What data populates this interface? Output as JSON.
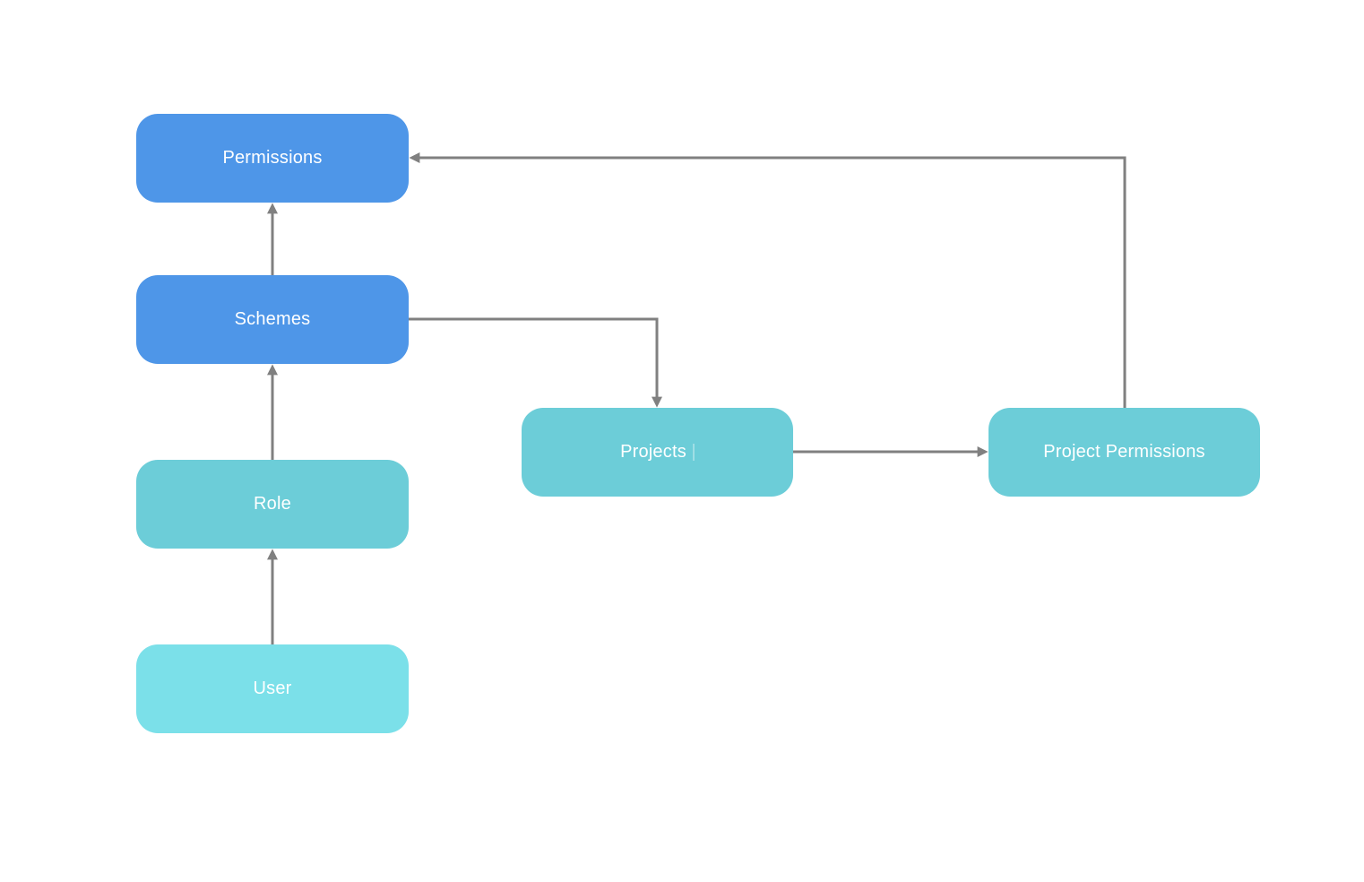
{
  "diagram": {
    "background_color": "#ffffff",
    "text_color": "#ffffff",
    "connector_color": "#808080",
    "nodes": [
      {
        "id": "permissions",
        "label": "Permissions",
        "color": "#4E96E8"
      },
      {
        "id": "schemes",
        "label": "Schemes",
        "color": "#4E96E8"
      },
      {
        "id": "role",
        "label": "Role",
        "color": "#6CCDD8"
      },
      {
        "id": "user",
        "label": "User",
        "color": "#7BE0E9"
      },
      {
        "id": "projects",
        "label": "Projects",
        "color": "#6CCDD8"
      },
      {
        "id": "project_permissions",
        "label": "Project Permissions",
        "color": "#6CCDD8"
      }
    ],
    "edges": [
      {
        "from": "user",
        "to": "role"
      },
      {
        "from": "role",
        "to": "schemes"
      },
      {
        "from": "schemes",
        "to": "permissions"
      },
      {
        "from": "schemes",
        "to": "projects"
      },
      {
        "from": "projects",
        "to": "project_permissions"
      },
      {
        "from": "project_permissions",
        "to": "permissions"
      }
    ]
  }
}
